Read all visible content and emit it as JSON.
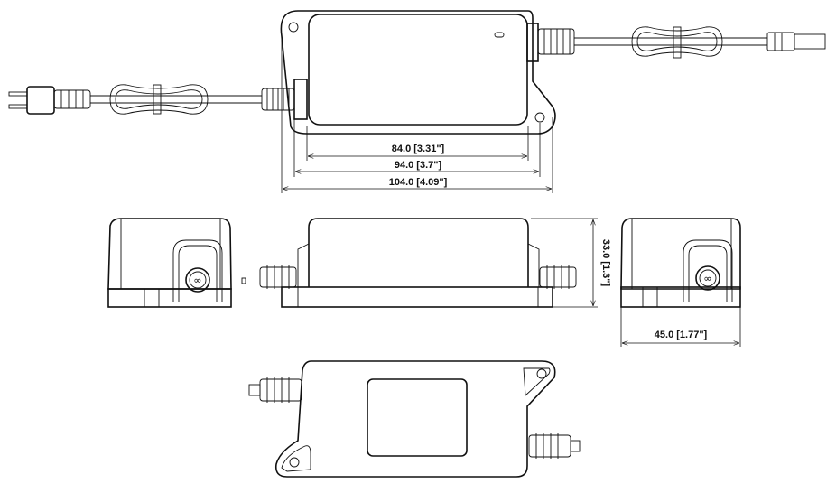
{
  "dimensions": {
    "inner_length": "84.0 [3.31\"]",
    "mid_length": "94.0 [3.7\"]",
    "overall_length": "104.0 [4.09\"]",
    "height": "33.0 [1.3\"]",
    "width": "45.0 [1.77\"]"
  },
  "colors": {
    "line": "#111111",
    "background": "#ffffff"
  }
}
